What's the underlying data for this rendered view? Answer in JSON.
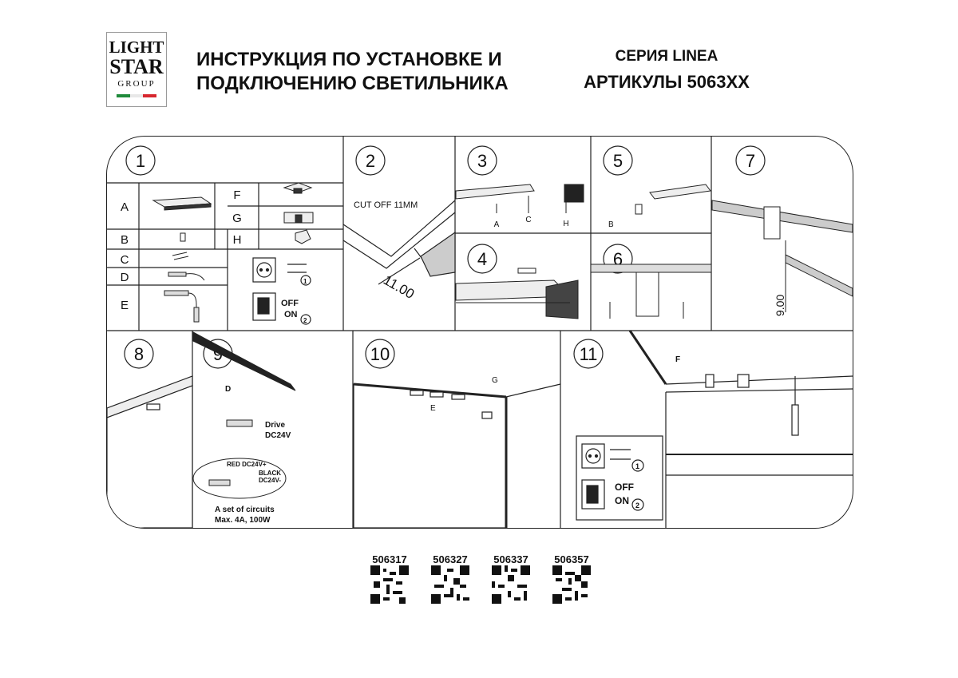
{
  "logo": {
    "line1": "LIGHT",
    "line2": "STAR",
    "line3": "GROUP",
    "flag_colors": [
      "#1f8a3b",
      "#ffffff",
      "#d7262e"
    ]
  },
  "header": {
    "title_line1": "ИНСТРУКЦИЯ ПО УСТАНОВКЕ И",
    "title_line2": "ПОДКЛЮЧЕНИЮ СВЕТИЛЬНИКА",
    "series": "СЕРИЯ LINEA",
    "articles": "АРТИКУЛЫ 5063XX"
  },
  "steps": {
    "s1": "1",
    "s2": "2",
    "s3": "3",
    "s4": "4",
    "s5": "5",
    "s6": "6",
    "s7": "7",
    "s8": "8",
    "s9": "9",
    "s10": "10",
    "s11": "11"
  },
  "parts": {
    "A": "A",
    "B": "B",
    "C": "C",
    "D": "D",
    "E": "E",
    "F": "F",
    "G": "G",
    "H": "H"
  },
  "labels": {
    "cut_off": "CUT OFF 11MM",
    "dim_11": "11.00",
    "dim_9": "9.00",
    "off": "OFF",
    "on": "ON",
    "c1": "1",
    "c2": "2",
    "drive": "Drive",
    "drive_v": "DC24V",
    "red": "RED DC24V+",
    "black": "BLACK",
    "black_v": "DC24V-",
    "circuits1": "A set of circuits",
    "circuits2": "Max. 4A, 100W"
  },
  "qr_codes": [
    {
      "label": "506317"
    },
    {
      "label": "506327"
    },
    {
      "label": "506337"
    },
    {
      "label": "506357"
    }
  ]
}
